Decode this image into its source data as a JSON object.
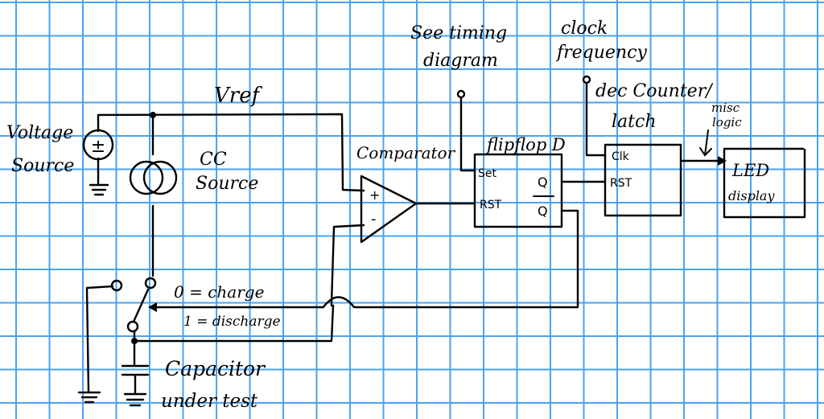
{
  "colors": {
    "grid": "#4aa3f0",
    "ink": "#000000",
    "paper": "#ffffff"
  },
  "labels": {
    "vref": "Vref",
    "voltage_source": [
      "Voltage",
      "Source"
    ],
    "cc_source": [
      "CC",
      "Source"
    ],
    "comparator": "Comparator",
    "flipflop": "flipflop D",
    "see_timing": [
      "See timing",
      "diagram"
    ],
    "clock_frequency": [
      "clock",
      "frequency"
    ],
    "dec_counter": [
      "dec Counter/",
      "latch"
    ],
    "misc_logic": [
      "misc",
      "logic"
    ],
    "led_display": [
      "LED",
      "display"
    ],
    "switch_states": [
      "0 = charge",
      "1 = discharge"
    ],
    "capacitor": [
      "Capacitor",
      "under test"
    ],
    "ff_pins": {
      "set": "Set",
      "rst": "RST",
      "q": "Q",
      "qbar": "Q"
    },
    "counter_pins": {
      "clk": "Clk",
      "rst": "RST"
    },
    "comparator_pins": {
      "plus": "+",
      "minus": "-"
    },
    "voltage_source_symbol": "±"
  }
}
